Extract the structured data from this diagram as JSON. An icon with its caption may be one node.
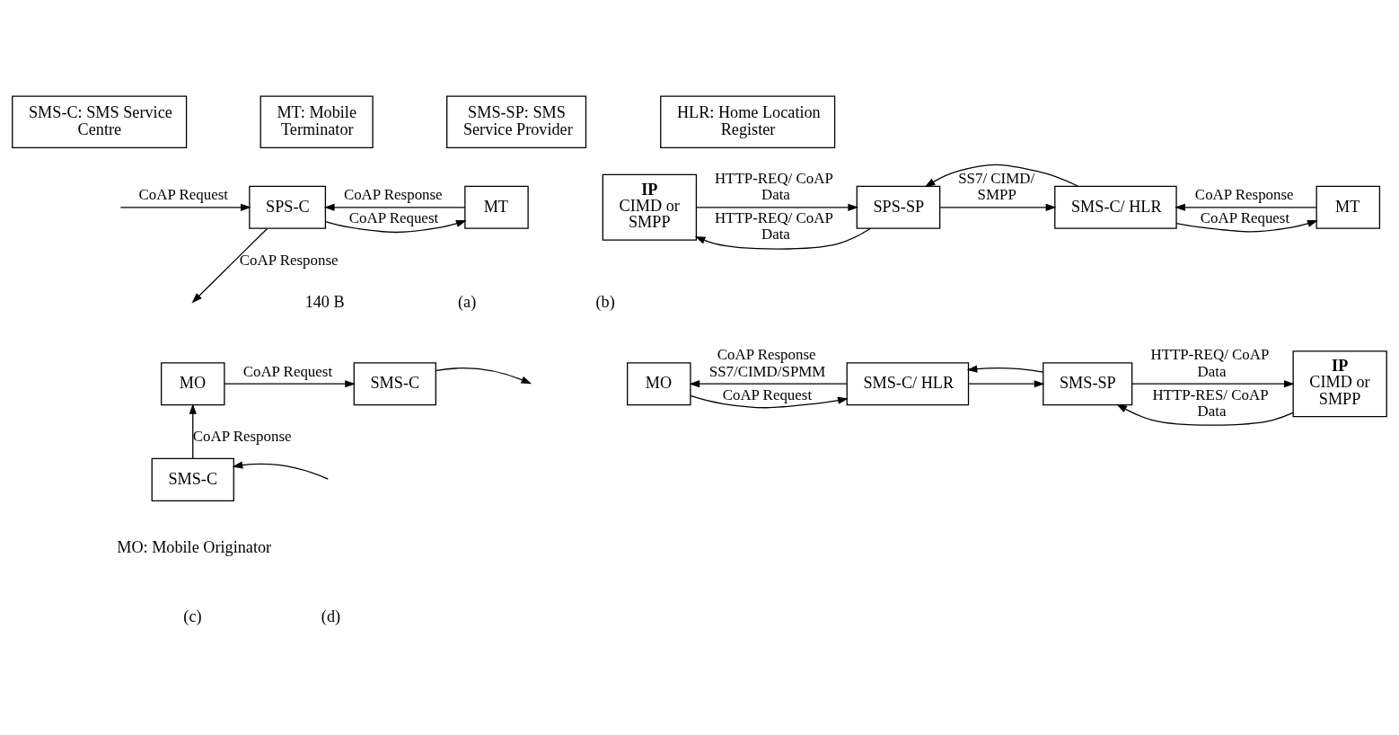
{
  "diagram": {
    "nodes": [
      {
        "text": [
          "SMS-C: SMS Service Centre"
        ]
      },
      {
        "text": [
          "MT: Mobile Terminator"
        ]
      },
      {
        "text": [
          "SMS-SP: SMS Service Provider"
        ]
      },
      {
        "text": [
          "HLR: Home Location Register"
        ]
      },
      {
        "text": [
          "SPS-C"
        ]
      },
      {
        "text": [
          "MT"
        ]
      },
      {
        "text": [
          "IP",
          "CIMD or SMPP"
        ]
      },
      {
        "text": [
          "SPS-SP"
        ]
      },
      {
        "text": [
          "SMS-C/ HLR"
        ]
      },
      {
        "text": [
          "MT"
        ]
      },
      {
        "text": [
          "MO"
        ]
      },
      {
        "text": [
          "SMS-C"
        ]
      },
      {
        "text": [
          "SMS-C"
        ]
      },
      {
        "text": [
          "MO"
        ]
      },
      {
        "text": [
          "SMS-C/ HLR"
        ]
      },
      {
        "text": [
          "SMS-SP"
        ]
      },
      {
        "text": [
          "IP",
          "CIMD or SMPP"
        ]
      }
    ],
    "edges": [
      {
        "from": null,
        "to": 4,
        "arrow": "to",
        "label": "CoAP Request"
      },
      {
        "from": 4,
        "to": null,
        "arrow": "to",
        "label": "CoAP Response"
      },
      {
        "from": 4,
        "to": 5,
        "arrow": "to",
        "label": "CoAP Request"
      },
      {
        "from": 5,
        "to": 4,
        "arrow": "to",
        "label": "CoAP Response"
      },
      {
        "from": 6,
        "to": 7,
        "arrow": "to",
        "label": "HTTP-REQ/ CoAP Data"
      },
      {
        "from": 7,
        "to": 6,
        "arrow": "to",
        "label": "HTTP-REQ/ CoAP Data"
      },
      {
        "from": 7,
        "to": 8,
        "arrow": "to",
        "label": "SS7/ CIMD/ SMPP"
      },
      {
        "from": 8,
        "to": 7,
        "arrow": "to"
      },
      {
        "from": 8,
        "to": 9,
        "arrow": "to",
        "label": "CoAP Request"
      },
      {
        "from": 9,
        "to": 8,
        "arrow": "to",
        "label": "CoAP Response"
      },
      {
        "from": 10,
        "to": 11,
        "arrow": "to",
        "label": "CoAP Request"
      },
      {
        "from": 11,
        "to": null,
        "arrow": "to"
      },
      {
        "from": null,
        "to": 12,
        "arrow": "to"
      },
      {
        "from": 12,
        "to": 10,
        "arrow": "to",
        "label": "CoAP Response"
      },
      {
        "from": 13,
        "to": 14,
        "arrow": "to",
        "label": "CoAP Request"
      },
      {
        "from": 14,
        "to": 13,
        "arrow": "to",
        "label": "CoAP Response SS7/CIMD/SPMM"
      },
      {
        "from": 14,
        "to": 15,
        "arrow": "to"
      },
      {
        "from": 15,
        "to": 14,
        "arrow": "to"
      },
      {
        "from": 15,
        "to": 16,
        "arrow": "to",
        "label": "HTTP-REQ/ CoAP Data"
      },
      {
        "from": 16,
        "to": 15,
        "arrow": "to",
        "label": "HTTP-RES/ CoAP Data"
      }
    ],
    "labels": [
      "140 B",
      "(a)",
      "(b)",
      "MO: Mobile Originator",
      "(c)",
      "(d)"
    ]
  }
}
